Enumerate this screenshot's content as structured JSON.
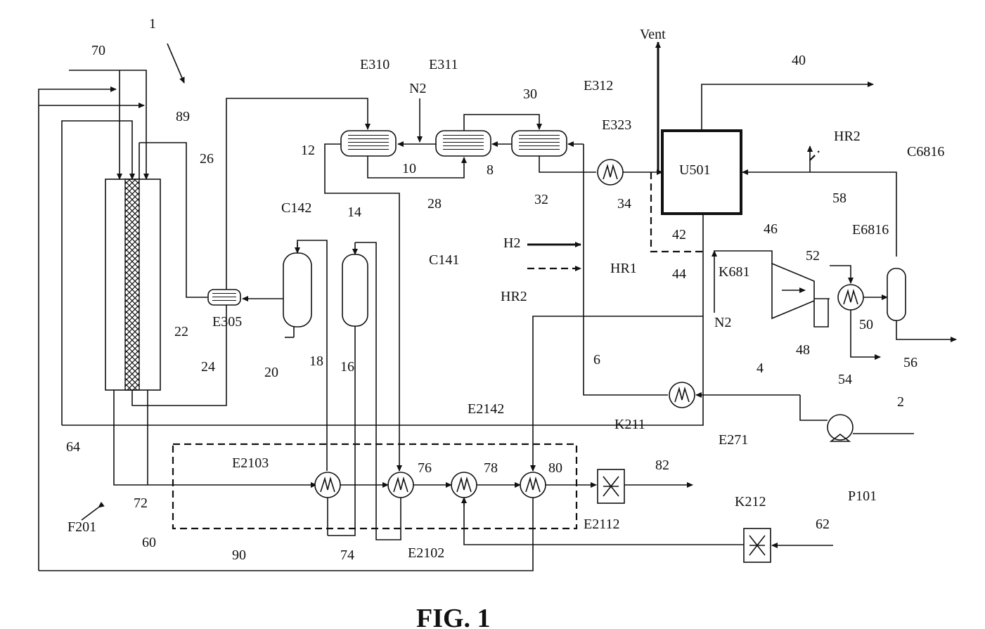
{
  "figure_caption": "FIG. 1",
  "equipment": {
    "E310": "E310",
    "E311": "E311",
    "E312": "E312",
    "E323": "E323",
    "U501": "U501",
    "C6816": "C6816",
    "E6816": "E6816",
    "K681": "K681",
    "C142": "C142",
    "C141": "C141",
    "E305": "E305",
    "E271": "E271",
    "P101": "P101",
    "K211": "K211",
    "K212": "K212",
    "E2142": "E2142",
    "E2103": "E2103",
    "E2102": "E2102",
    "E2112": "E2112",
    "F201": "F201"
  },
  "streams": {
    "s1": "1",
    "s2": "2",
    "s4": "4",
    "s6": "6",
    "s8": "8",
    "s10": "10",
    "s12": "12",
    "s14": "14",
    "s16": "16",
    "s18": "18",
    "s20": "20",
    "s22": "22",
    "s24": "24",
    "s26": "26",
    "s28": "28",
    "s30": "30",
    "s32": "32",
    "s34": "34",
    "s40": "40",
    "s42": "42",
    "s44": "44",
    "s46": "46",
    "s48": "48",
    "s50": "50",
    "s52": "52",
    "s54": "54",
    "s56": "56",
    "s58": "58",
    "s60": "60",
    "s62": "62",
    "s64": "64",
    "s70": "70",
    "s72": "72",
    "s74": "74",
    "s76": "76",
    "s78": "78",
    "s80": "80",
    "s82": "82",
    "s89": "89",
    "s90": "90"
  },
  "labels": {
    "vent": "Vent",
    "n2_top": "N2",
    "n2_bottom": "N2",
    "h2": "H2",
    "hr2_left": "HR2",
    "hr2_top": "HR2",
    "hr1": "HR1"
  }
}
